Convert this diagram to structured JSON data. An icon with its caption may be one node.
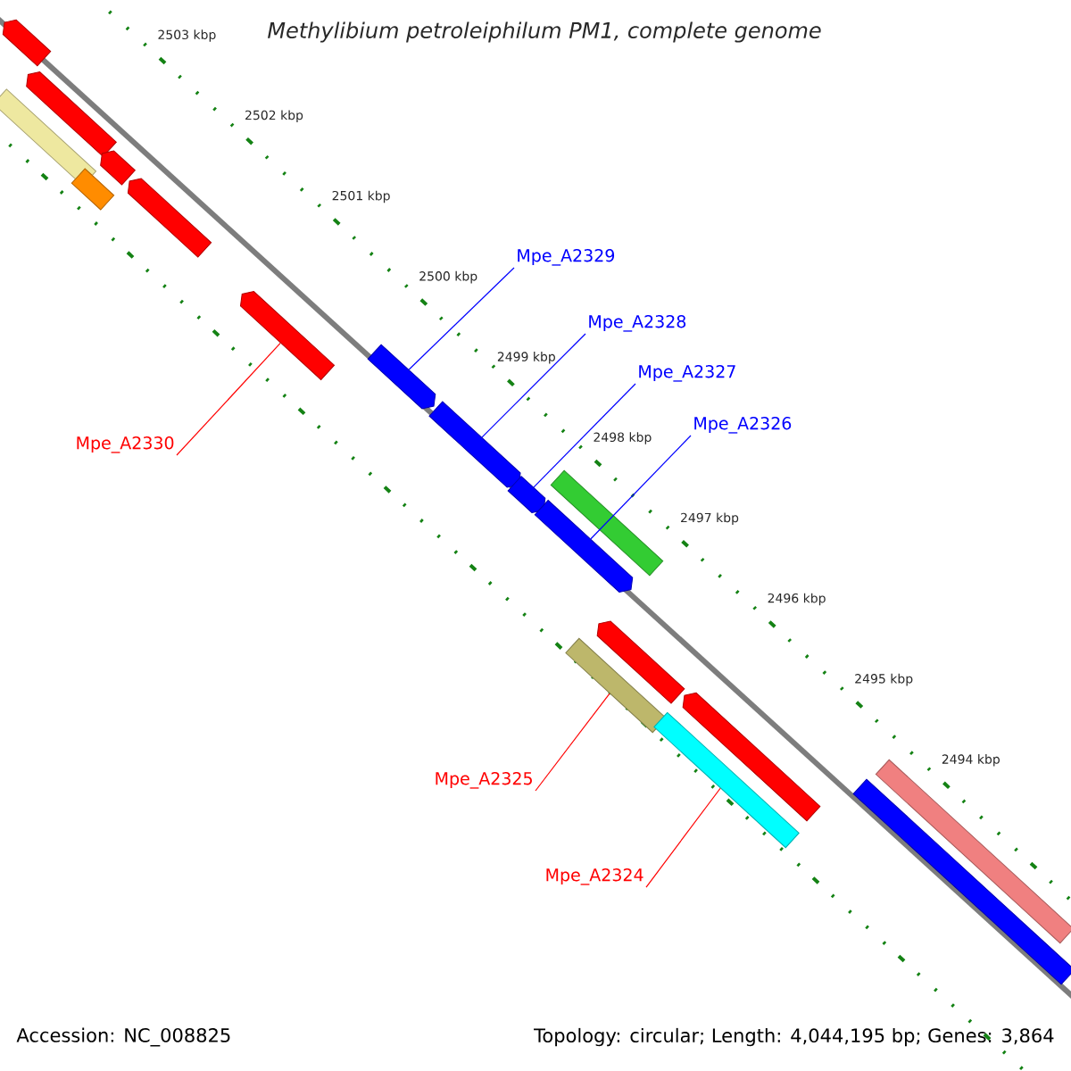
{
  "diagram": {
    "title": "Methylibium petroleiphilum PM1, complete genome",
    "nodes": [
      {
        "text": [
          "Mpe_A2329"
        ]
      },
      {
        "text": [
          "Mpe_A2328"
        ]
      },
      {
        "text": [
          "Mpe_A2327"
        ]
      },
      {
        "text": [
          "Mpe_A2326"
        ]
      },
      {
        "text": [
          "Mpe_A2330"
        ]
      },
      {
        "text": [
          "Mpe_A2325"
        ]
      },
      {
        "text": [
          "Mpe_A2324"
        ]
      },
      {
        "text": [],
        "shape": "bar"
      },
      {
        "text": [],
        "shape": "bar"
      },
      {
        "text": [],
        "shape": "bar"
      },
      {
        "text": [],
        "shape": "bar"
      },
      {
        "text": [],
        "shape": "bar"
      },
      {
        "text": [],
        "shape": "bar"
      },
      {
        "text": [],
        "shape": "bar"
      },
      {
        "text": [],
        "shape": "bar"
      },
      {
        "text": [],
        "shape": "bar"
      },
      {
        "text": [],
        "shape": "bar"
      },
      {
        "text": [],
        "shape": "bar"
      },
      {
        "text": [],
        "shape": "bar"
      },
      {
        "text": [],
        "shape": "bar"
      },
      {
        "text": [],
        "shape": "bar"
      },
      {
        "text": [],
        "shape": "bar"
      },
      {
        "text": [],
        "shape": "bar"
      },
      {
        "text": [],
        "shape": "bar"
      },
      {
        "text": [],
        "shape": "bar"
      }
    ],
    "edges": [
      {
        "from": 0,
        "to": 14,
        "arrow": "none"
      },
      {
        "from": 1,
        "to": 15,
        "arrow": "none"
      },
      {
        "from": 2,
        "to": 16,
        "arrow": "none"
      },
      {
        "from": 3,
        "to": 17,
        "arrow": "none"
      },
      {
        "from": 4,
        "to": 13,
        "arrow": "none",
        "color": "#ff0000"
      },
      {
        "from": 5,
        "to": 19,
        "arrow": "none",
        "color": "#ff0000"
      },
      {
        "from": 6,
        "to": 21,
        "arrow": "none",
        "color": "#ff0000"
      }
    ],
    "labels": [
      "2503 kbp",
      "2502 kbp",
      "2501 kbp",
      "2500 kbp",
      "2499 kbp",
      "2498 kbp",
      "2497 kbp",
      "2496 kbp",
      "2495 kbp",
      "2494 kbp",
      "Accession: NC_008825",
      "Topology: circular; Length: 4,044,195 bp; Genes: 3,864"
    ]
  }
}
